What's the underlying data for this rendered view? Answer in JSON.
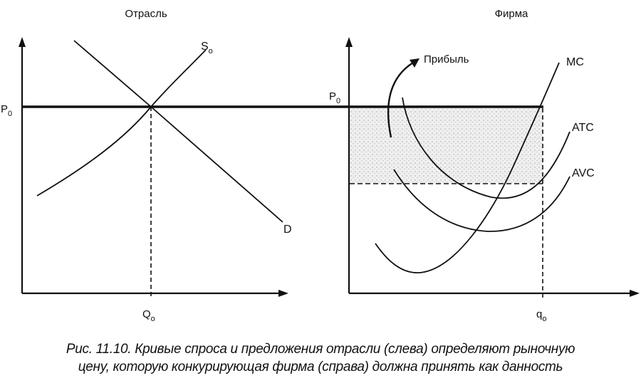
{
  "panels": {
    "industry": {
      "title": "Отрасль",
      "price_label": "P",
      "price_sub": "0",
      "quantity_label": "Q",
      "quantity_sub": "o",
      "supply_label": "S",
      "supply_sub": "o",
      "demand_label": "D"
    },
    "firm": {
      "title": "Фирма",
      "price_label": "P",
      "price_sub": "0",
      "quantity_label": "q",
      "quantity_sub": "o",
      "profit_label": "Прибыль",
      "mc_label": "MC",
      "atc_label": "ATC",
      "avc_label": "AVC"
    }
  },
  "caption": {
    "line1": "Рис. 11.10. Кривые спроса и предложения отрасли (слева) определяют рыночную",
    "line2": "цену, которую конкурирующая фирма (справа) должна принять как данность"
  },
  "colors": {
    "ink": "#111111",
    "profit_fill": "#d9d9d9",
    "background": "#ffffff"
  }
}
